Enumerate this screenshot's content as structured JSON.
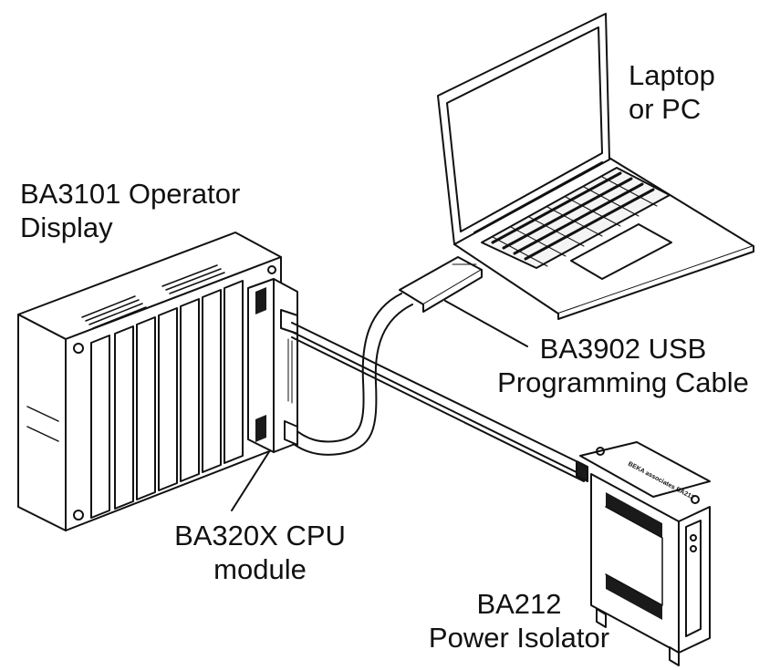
{
  "labels": {
    "laptop": [
      "Laptop",
      "or PC"
    ],
    "display": [
      "BA3101 Operator",
      "Display"
    ],
    "cable": [
      "BA3902 USB",
      "Programming Cable"
    ],
    "cpu": [
      "BA320X CPU",
      "module"
    ],
    "isolator": [
      "BA212",
      "Power Isolator"
    ]
  },
  "isolator_brand_text": "BEKA associates BA212",
  "colors": {
    "stroke": "#111111",
    "fill": "#ffffff",
    "dark": "#1a1a1a",
    "shade": "#e6e6e6"
  }
}
